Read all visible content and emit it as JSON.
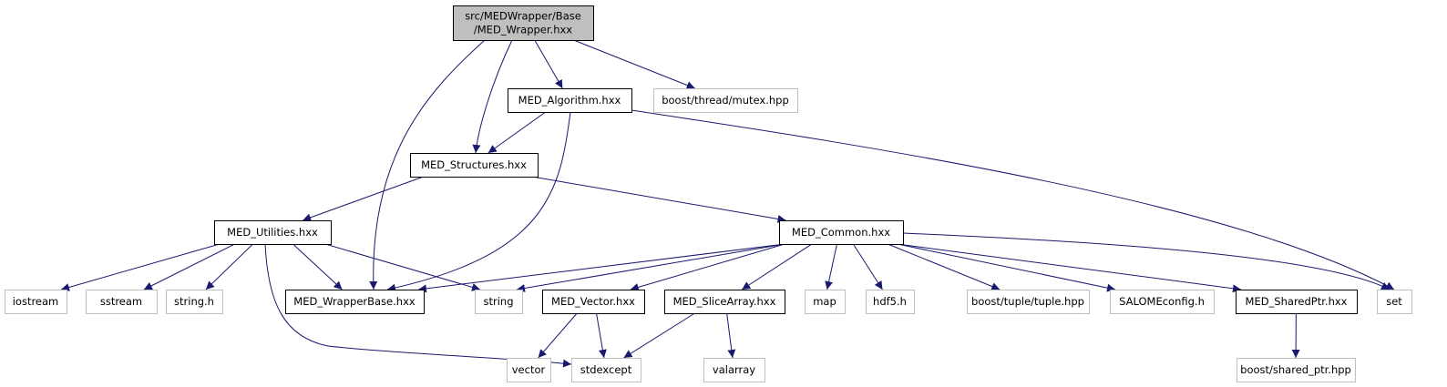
{
  "graph": {
    "title": "Include dependency graph for MED_Wrapper.hxx",
    "colors": {
      "edge": "#191970",
      "root_fill": "#bfbfbf",
      "root_border": "#000000",
      "documented_border": "#000000",
      "external_border": "#bfbfbf",
      "background": "#ffffff"
    },
    "nodes": [
      {
        "id": "root",
        "label_lines": [
          "src/MEDWrapper/Base",
          "/MED_Wrapper.hxx"
        ],
        "kind": "root"
      },
      {
        "id": "algorithm",
        "label_lines": [
          "MED_Algorithm.hxx"
        ],
        "kind": "documented"
      },
      {
        "id": "mutex",
        "label_lines": [
          "boost/thread/mutex.hpp"
        ],
        "kind": "external"
      },
      {
        "id": "structures",
        "label_lines": [
          "MED_Structures.hxx"
        ],
        "kind": "documented"
      },
      {
        "id": "utilities",
        "label_lines": [
          "MED_Utilities.hxx"
        ],
        "kind": "documented"
      },
      {
        "id": "common",
        "label_lines": [
          "MED_Common.hxx"
        ],
        "kind": "documented"
      },
      {
        "id": "iostream",
        "label_lines": [
          "iostream"
        ],
        "kind": "external"
      },
      {
        "id": "sstream",
        "label_lines": [
          "sstream"
        ],
        "kind": "external"
      },
      {
        "id": "string_h",
        "label_lines": [
          "string.h"
        ],
        "kind": "external"
      },
      {
        "id": "wrapperbase",
        "label_lines": [
          "MED_WrapperBase.hxx"
        ],
        "kind": "documented"
      },
      {
        "id": "string",
        "label_lines": [
          "string"
        ],
        "kind": "external"
      },
      {
        "id": "vector_hxx",
        "label_lines": [
          "MED_Vector.hxx"
        ],
        "kind": "documented"
      },
      {
        "id": "slicearray",
        "label_lines": [
          "MED_SliceArray.hxx"
        ],
        "kind": "documented"
      },
      {
        "id": "map",
        "label_lines": [
          "map"
        ],
        "kind": "external"
      },
      {
        "id": "hdf5",
        "label_lines": [
          "hdf5.h"
        ],
        "kind": "external"
      },
      {
        "id": "tuple",
        "label_lines": [
          "boost/tuple/tuple.hpp"
        ],
        "kind": "external"
      },
      {
        "id": "salomeconfig",
        "label_lines": [
          "SALOMEconfig.h"
        ],
        "kind": "external"
      },
      {
        "id": "sharedptr",
        "label_lines": [
          "MED_SharedPtr.hxx"
        ],
        "kind": "documented"
      },
      {
        "id": "set",
        "label_lines": [
          "set"
        ],
        "kind": "external"
      },
      {
        "id": "vector",
        "label_lines": [
          "vector"
        ],
        "kind": "external"
      },
      {
        "id": "stdexcept",
        "label_lines": [
          "stdexcept"
        ],
        "kind": "external"
      },
      {
        "id": "valarray",
        "label_lines": [
          "valarray"
        ],
        "kind": "external"
      },
      {
        "id": "boost_shared_ptr",
        "label_lines": [
          "boost/shared_ptr.hpp"
        ],
        "kind": "external"
      }
    ],
    "edges": [
      {
        "from": "root",
        "to": "wrapperbase"
      },
      {
        "from": "root",
        "to": "structures"
      },
      {
        "from": "root",
        "to": "algorithm"
      },
      {
        "from": "root",
        "to": "mutex"
      },
      {
        "from": "algorithm",
        "to": "structures"
      },
      {
        "from": "algorithm",
        "to": "wrapperbase"
      },
      {
        "from": "algorithm",
        "to": "set"
      },
      {
        "from": "structures",
        "to": "utilities"
      },
      {
        "from": "structures",
        "to": "common"
      },
      {
        "from": "utilities",
        "to": "iostream"
      },
      {
        "from": "utilities",
        "to": "sstream"
      },
      {
        "from": "utilities",
        "to": "string_h"
      },
      {
        "from": "utilities",
        "to": "wrapperbase"
      },
      {
        "from": "utilities",
        "to": "string"
      },
      {
        "from": "utilities",
        "to": "stdexcept"
      },
      {
        "from": "common",
        "to": "wrapperbase"
      },
      {
        "from": "common",
        "to": "string"
      },
      {
        "from": "common",
        "to": "vector_hxx"
      },
      {
        "from": "common",
        "to": "slicearray"
      },
      {
        "from": "common",
        "to": "map"
      },
      {
        "from": "common",
        "to": "hdf5"
      },
      {
        "from": "common",
        "to": "tuple"
      },
      {
        "from": "common",
        "to": "salomeconfig"
      },
      {
        "from": "common",
        "to": "sharedptr"
      },
      {
        "from": "common",
        "to": "set"
      },
      {
        "from": "vector_hxx",
        "to": "vector"
      },
      {
        "from": "vector_hxx",
        "to": "stdexcept"
      },
      {
        "from": "slicearray",
        "to": "stdexcept"
      },
      {
        "from": "slicearray",
        "to": "valarray"
      },
      {
        "from": "sharedptr",
        "to": "boost_shared_ptr"
      }
    ]
  }
}
